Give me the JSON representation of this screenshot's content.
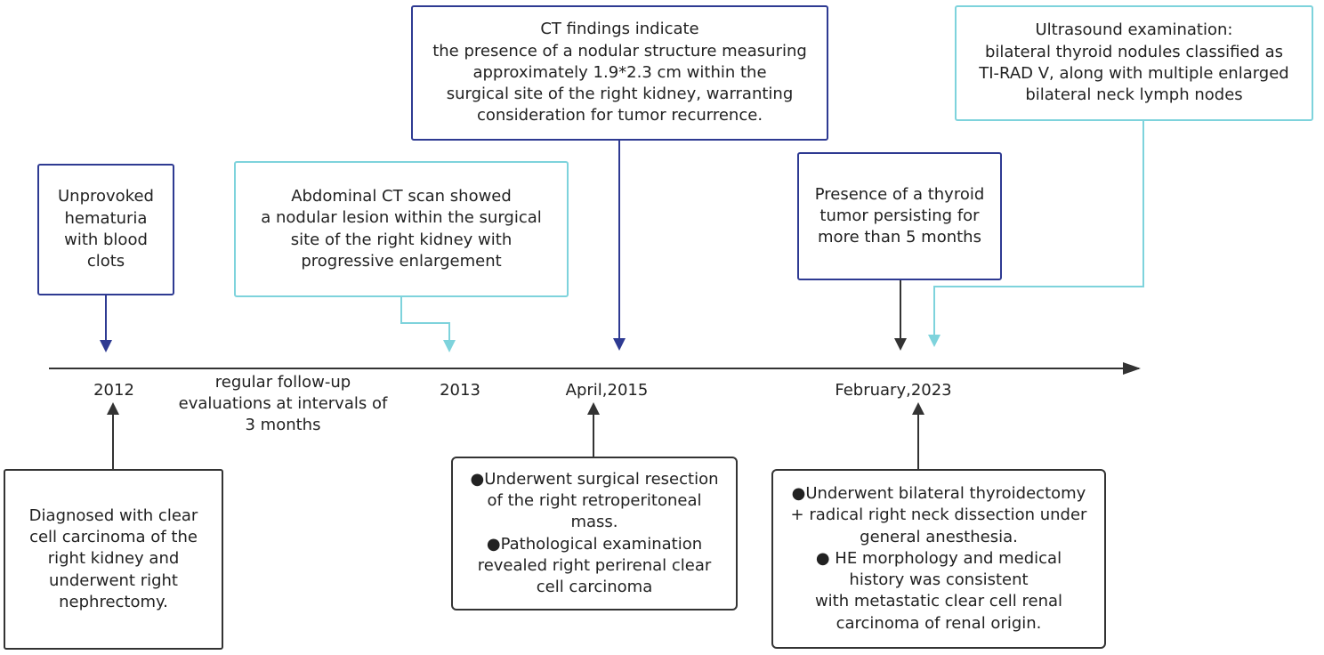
{
  "colors": {
    "navy": "#2E3A92",
    "teal": "#7ED3DC",
    "dark": "#333333"
  },
  "dates": {
    "d2012": "2012",
    "d2013": "2013",
    "d2015": "April,2015",
    "d2023": "February,2023"
  },
  "interval_note": "regular follow-up\nevaluations at intervals of\n3 months",
  "events_above": {
    "hematuria": "Unprovoked\nhematuria\nwith blood\nclots",
    "abdominal_ct": "Abdominal CT scan showed\na nodular lesion within the surgical\nsite of the right kidney with\nprogressive enlargement",
    "ct_findings": "CT findings indicate\nthe presence of a nodular structure measuring\napproximately 1.9*2.3 cm within the\nsurgical site of the right kidney, warranting\nconsideration for tumor recurrence.",
    "thyroid_tumor": "Presence of a thyroid\ntumor persisting for\nmore than 5 months",
    "ultrasound": "Ultrasound examination:\nbilateral thyroid nodules classified as\nTI-RAD V, along with multiple enlarged\nbilateral neck lymph nodes"
  },
  "events_below": {
    "diagnosis_2012": "Diagnosed with clear\ncell carcinoma of the\nright kidney and\nunderwent right\nnephrectomy.",
    "resection_2015": "●Underwent surgical resection\nof the right retroperitoneal\nmass.\n●Pathological examination\nrevealed right perirenal clear\ncell carcinoma",
    "thyroidectomy_2023": "●Underwent bilateral thyroidectomy\n+ radical right neck dissection under\ngeneral anesthesia.\n● HE morphology and medical\nhistory was consistent\nwith metastatic clear cell renal\ncarcinoma of renal origin."
  }
}
